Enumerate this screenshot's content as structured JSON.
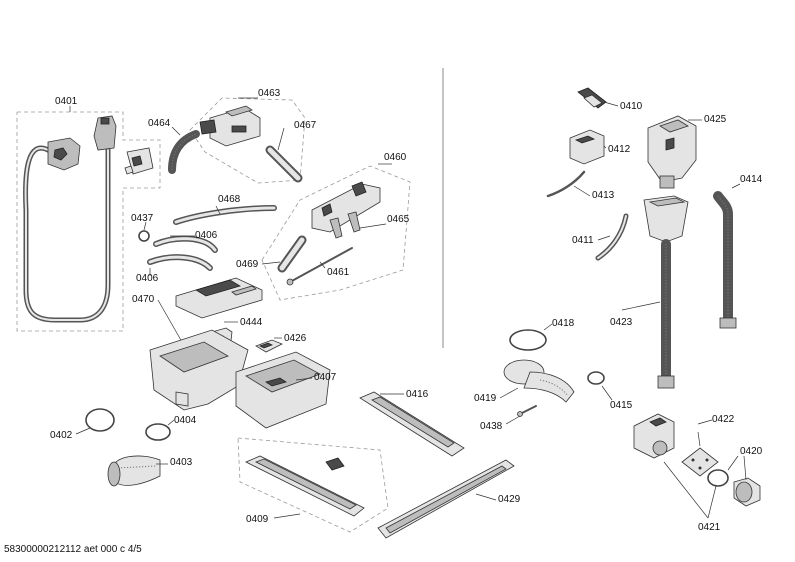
{
  "footer": {
    "doc_code": "58300000212112 aet 000 c 4/5"
  },
  "labels": {
    "p0401": "0401",
    "p0402": "0402",
    "p0403": "0403",
    "p0404": "0404",
    "p0406a": "0406",
    "p0406b": "0406",
    "p0407": "0407",
    "p0409": "0409",
    "p0410": "0410",
    "p0411": "0411",
    "p0412": "0412",
    "p0413": "0413",
    "p0414": "0414",
    "p0415": "0415",
    "p0416": "0416",
    "p0418": "0418",
    "p0419": "0419",
    "p0420": "0420",
    "p0421": "0421",
    "p0422": "0422",
    "p0423": "0423",
    "p0425": "0425",
    "p0426": "0426",
    "p0429": "0429",
    "p0437": "0437",
    "p0438": "0438",
    "p0444": "0444",
    "p0460": "0460",
    "p0461": "0461",
    "p0463": "0463",
    "p0464": "0464",
    "p0465": "0465",
    "p0467": "0467",
    "p0468": "0468",
    "p0469": "0469",
    "p0470": "0470"
  }
}
